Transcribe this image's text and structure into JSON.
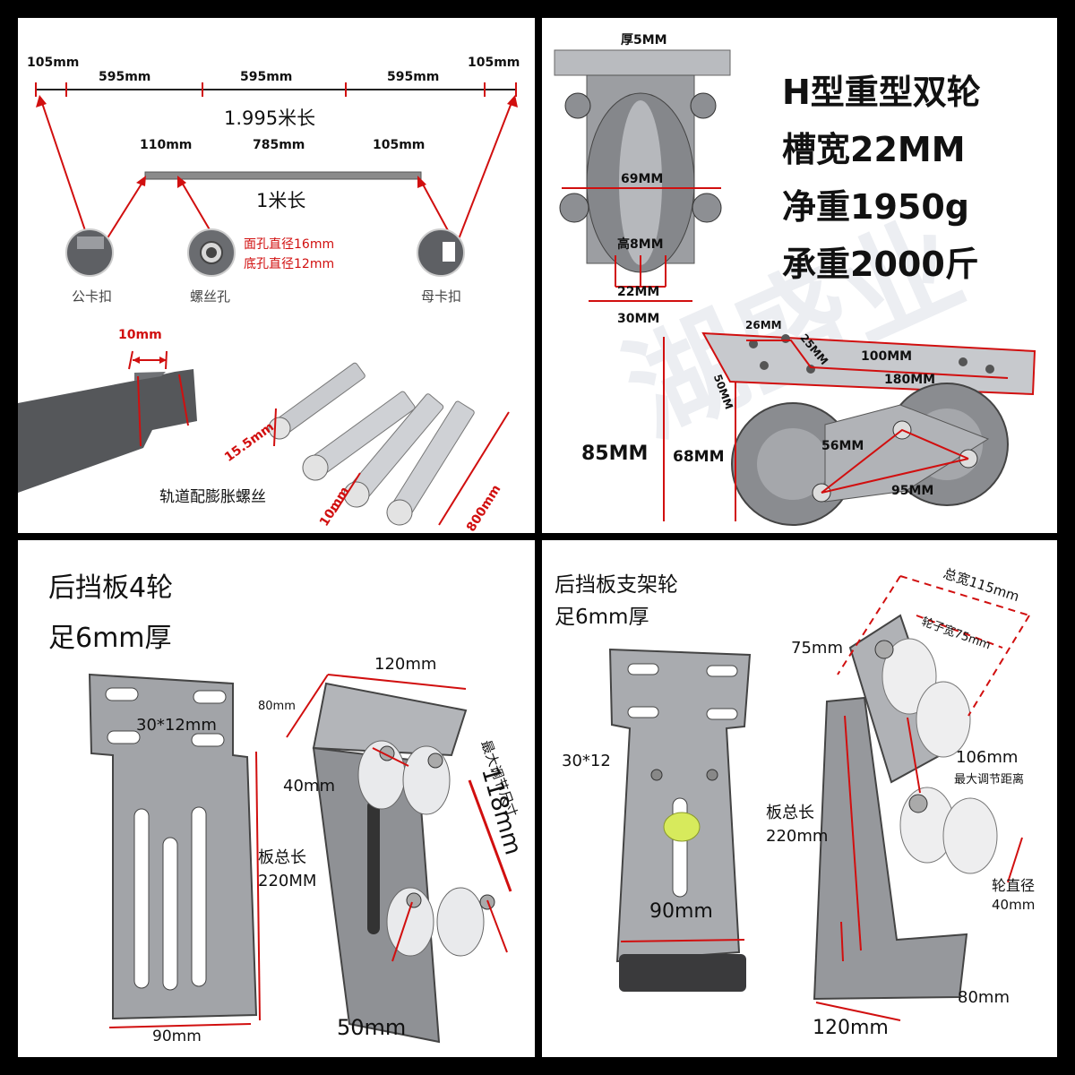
{
  "p1": {
    "top_dims": [
      "105mm",
      "595mm",
      "595mm",
      "595mm",
      "105mm"
    ],
    "top_length": "1.995米长",
    "mid_dims": [
      "110mm",
      "785mm",
      "105mm"
    ],
    "mid_length": "1米长",
    "hole_note_1": "面孔直径16mm",
    "hole_note_2": "底孔直径12mm",
    "labels": [
      "公卡扣",
      "螺丝孔",
      "母卡扣"
    ],
    "notch_dim": "10mm",
    "bolt_dims": [
      "15.5mm",
      "10mm",
      "800mm"
    ],
    "bolt_caption": "轨道配膨胀螺丝"
  },
  "p2": {
    "lines": [
      "H型重型双轮",
      "槽宽22MM",
      "净重1950g",
      "承重2000斤"
    ],
    "dims": {
      "thick": "厚5MM",
      "d69": "69MM",
      "h8": "高8MM",
      "d22": "22MM",
      "d30": "30MM",
      "d26": "26MM",
      "d50": "50MM",
      "d25": "25MM",
      "d100": "100MM",
      "d180": "180MM",
      "d85": "85MM",
      "d68": "68MM",
      "d56": "56MM",
      "d95": "95MM"
    },
    "watermark": "湖盛业"
  },
  "p3": {
    "title1": "后挡板4轮",
    "title2": "足6mm厚",
    "dims": {
      "slot": "30*12mm",
      "total_len_label": "板总长",
      "total_len": "220MM",
      "width": "90mm",
      "top_w": "120mm",
      "d80": "80mm",
      "d40": "40mm",
      "max_label": "最大调节尺寸",
      "max_val": "118mm",
      "d50": "50mm"
    }
  },
  "p4": {
    "title1": "后挡板支架轮",
    "title2": "足6mm厚",
    "dims": {
      "total_w": "总宽115mm",
      "wheel_w": "轮子宽75mm",
      "d75": "75mm",
      "slot": "30*12",
      "adj": "106mm",
      "adj_label": "最大调节距离",
      "plate_label": "板总长",
      "plate": "220mm",
      "d90": "90mm",
      "wheel_d_label": "轮直径",
      "wheel_d": "40mm",
      "d120": "120mm",
      "d80": "80mm"
    }
  }
}
